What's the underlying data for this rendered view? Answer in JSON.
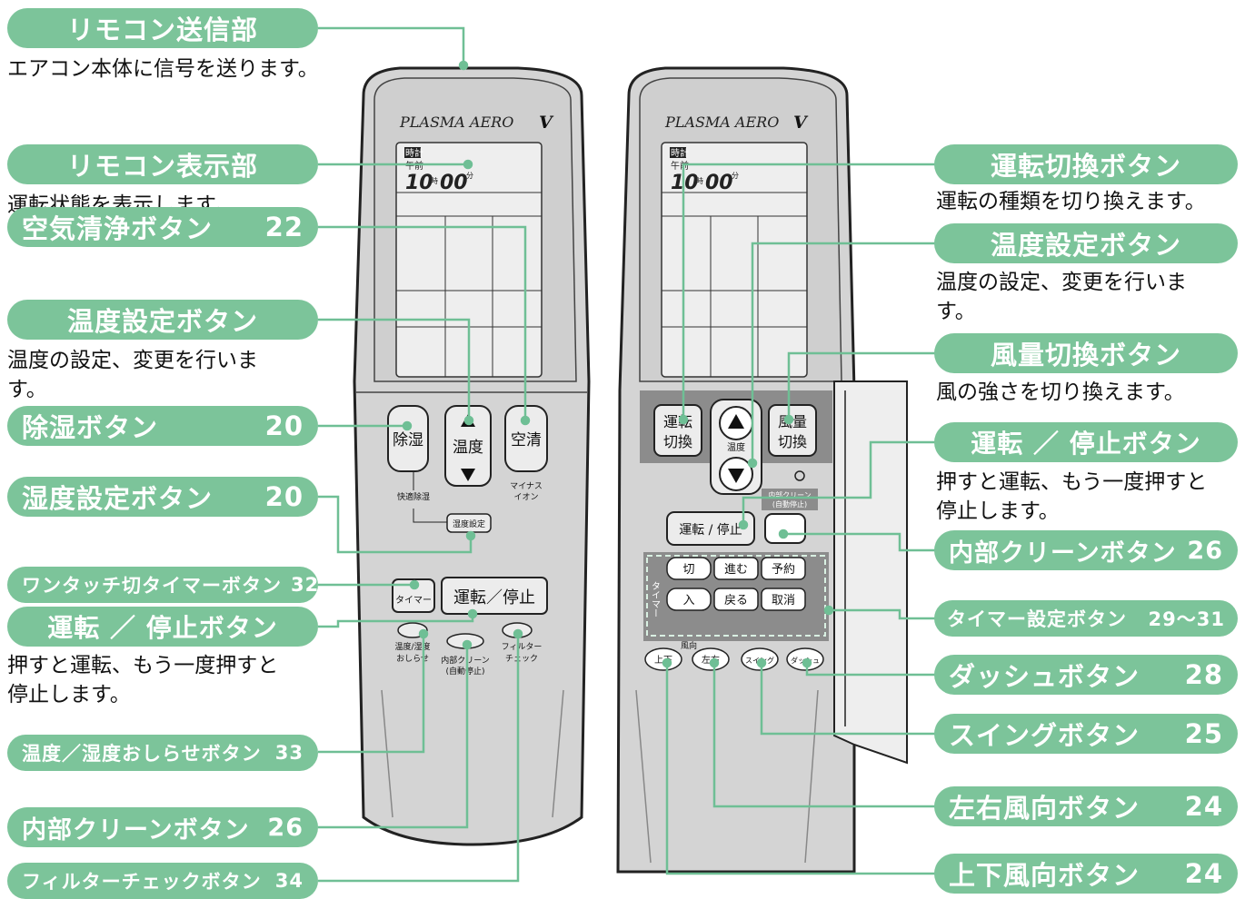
{
  "left_remote": {
    "brand": "PLASMA AERO",
    "brand_v": "V",
    "lcd": {
      "clock_label": "時計",
      "ampm": "午前",
      "hour": "10",
      "hour_unit": "時",
      "minute": "00",
      "minute_unit": "分"
    },
    "buttons": {
      "dehumid": "除湿",
      "temp": "温度",
      "aircleaner": "空清",
      "minus_ion_1": "マイナス",
      "minus_ion_2": "イオン",
      "comfort_dehumid": "快適除湿",
      "humid_set": "湿度設定",
      "timer": "タイマー",
      "run_stop": "運転／停止",
      "notice_1": "温度/湿度",
      "notice_2": "おしらせ",
      "filter_1": "フィルター",
      "filter_2": "チェック",
      "clean_1": "内部クリーン",
      "clean_2": "(自動停止)"
    }
  },
  "right_remote": {
    "brand": "PLASMA AERO",
    "brand_v": "V",
    "lcd": {
      "clock_label": "時計",
      "ampm": "午前",
      "hour": "10",
      "hour_unit": "時",
      "minute": "00",
      "minute_unit": "分"
    },
    "buttons": {
      "mode_1": "運転",
      "mode_2": "切換",
      "temp": "温度",
      "fan_1": "風量",
      "fan_2": "切換",
      "clean_1": "内部クリーン",
      "clean_2": "(自動停止)",
      "run_stop": "運転 / 停止",
      "timer_label": "タイマー",
      "off": "切",
      "fwd": "進む",
      "reserve": "予約",
      "on": "入",
      "back": "戻る",
      "cancel": "取消",
      "airdir": "風向",
      "updown": "上下",
      "leftright": "左右",
      "swing": "スイング",
      "dash": "ダッシュ"
    }
  },
  "left_labels": [
    {
      "id": "transmit",
      "title": "リモコン送信部",
      "page": "",
      "desc": [
        "エアコン本体に信号を送ります。"
      ]
    },
    {
      "id": "display",
      "title": "リモコン表示部",
      "page": "",
      "desc": [
        "運転状態を表示します。"
      ]
    },
    {
      "id": "aircleaner",
      "title": "空気清浄ボタン",
      "page": "22",
      "desc": []
    },
    {
      "id": "temp",
      "title": "温度設定ボタン",
      "page": "",
      "desc": [
        "温度の設定、変更を行いま",
        "す。"
      ]
    },
    {
      "id": "dehumid",
      "title": "除湿ボタン",
      "page": "20",
      "desc": []
    },
    {
      "id": "humidity",
      "title": "湿度設定ボタン",
      "page": "20",
      "desc": []
    },
    {
      "id": "onetouch",
      "title": "ワンタッチ切タイマーボタン",
      "page": "32",
      "desc": []
    },
    {
      "id": "runstop",
      "title": "運転 ／ 停止ボタン",
      "page": "",
      "desc": [
        "押すと運転、もう一度押すと",
        "停止します。"
      ]
    },
    {
      "id": "notice",
      "title": "温度／湿度おしらせボタン",
      "page": "33",
      "desc": []
    },
    {
      "id": "clean",
      "title": "内部クリーンボタン",
      "page": "26",
      "desc": []
    },
    {
      "id": "filter",
      "title": "フィルターチェックボタン",
      "page": "34",
      "desc": []
    }
  ],
  "right_labels": [
    {
      "id": "mode",
      "title": "運転切換ボタン",
      "page": "",
      "desc": [
        "運転の種類を切り換えます。"
      ]
    },
    {
      "id": "temp",
      "title": "温度設定ボタン",
      "page": "",
      "desc": [
        "温度の設定、変更を行いま",
        "す。"
      ]
    },
    {
      "id": "fan",
      "title": "風量切換ボタン",
      "page": "",
      "desc": [
        "風の強さを切り換えます。"
      ]
    },
    {
      "id": "runstop",
      "title": "運転 ／ 停止ボタン",
      "page": "",
      "desc": [
        "押すと運転、もう一度押すと",
        "停止します。"
      ]
    },
    {
      "id": "clean",
      "title": "内部クリーンボタン",
      "page": "26",
      "desc": []
    },
    {
      "id": "timer",
      "title": "タイマー設定ボタン",
      "page": "29～31",
      "desc": []
    },
    {
      "id": "dash",
      "title": "ダッシュボタン",
      "page": "28",
      "desc": []
    },
    {
      "id": "swing",
      "title": "スイングボタン",
      "page": "25",
      "desc": []
    },
    {
      "id": "leftright",
      "title": "左右風向ボタン",
      "page": "24",
      "desc": []
    },
    {
      "id": "updown",
      "title": "上下風向ボタン",
      "page": "24",
      "desc": []
    }
  ],
  "colors": {
    "label_fill": "#7cc49a",
    "leader_line": "#6fbf95",
    "remote_body": "#dcdcdc",
    "remote_panel": "#c8c8c8",
    "button": "#ececec",
    "display": "#eeeeee"
  }
}
